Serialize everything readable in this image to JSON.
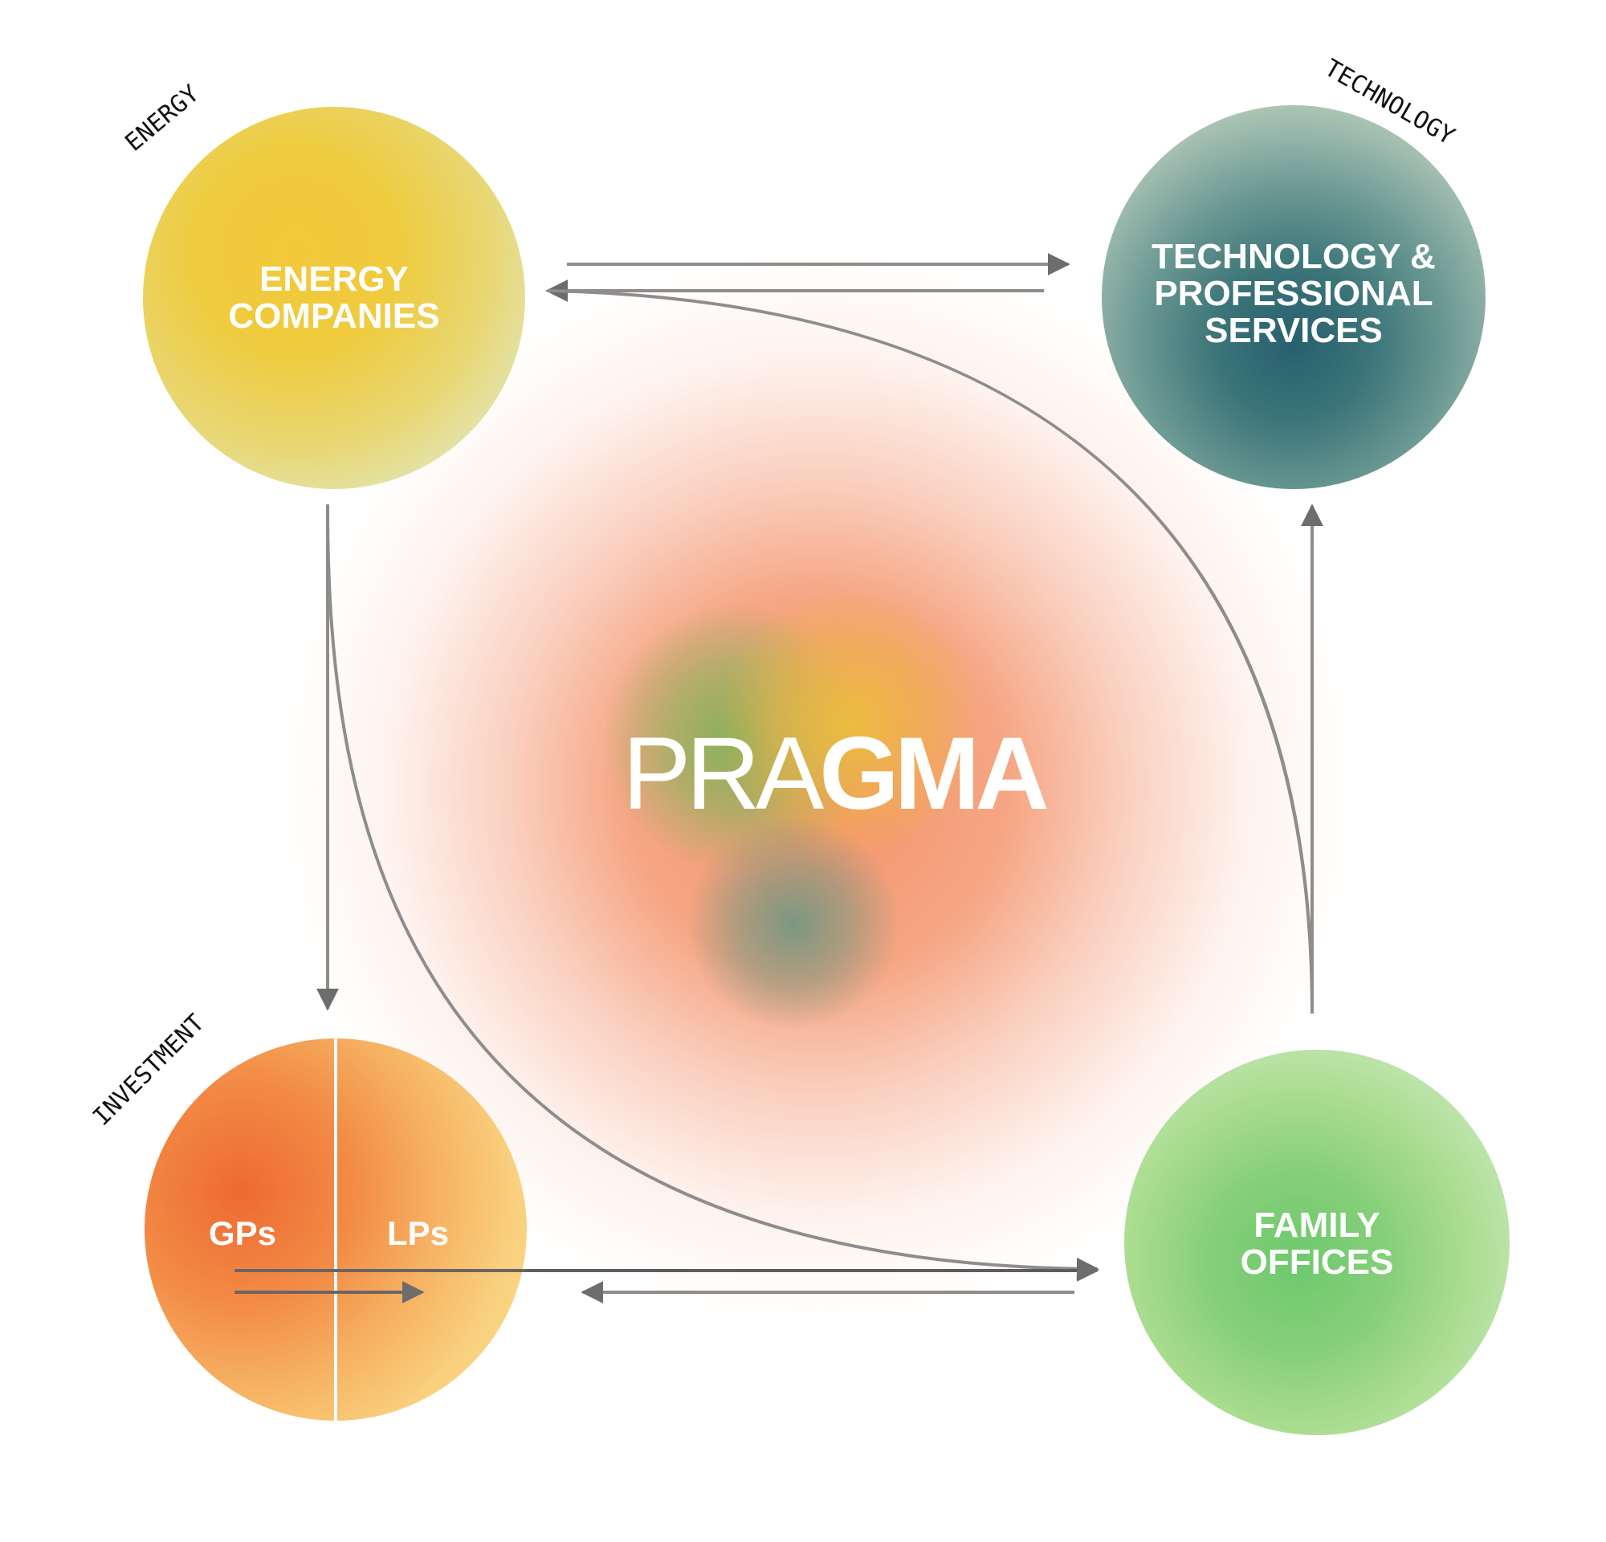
{
  "center": {
    "brand_light": "PRA",
    "brand_bold": "GMA"
  },
  "categories": {
    "energy": "ENERGY",
    "technology": "TECHNOLOGY",
    "investment": "INVESTMENT"
  },
  "nodes": {
    "energy": "ENERGY\nCOMPANIES",
    "technology": "TECHNOLOGY &\nPROFESSIONAL\nSERVICES",
    "investment_left": "GPs",
    "investment_right": "LPs",
    "family": "FAMILY\nOFFICES"
  },
  "colors": {
    "connector": "#8f8c8c",
    "connector_dark": "#5e5c5c",
    "energy": "#f2c93a",
    "technology": "#285f6e",
    "investment": "#ee6a32",
    "family": "#6dc96c",
    "glow": "#f38c5f"
  }
}
